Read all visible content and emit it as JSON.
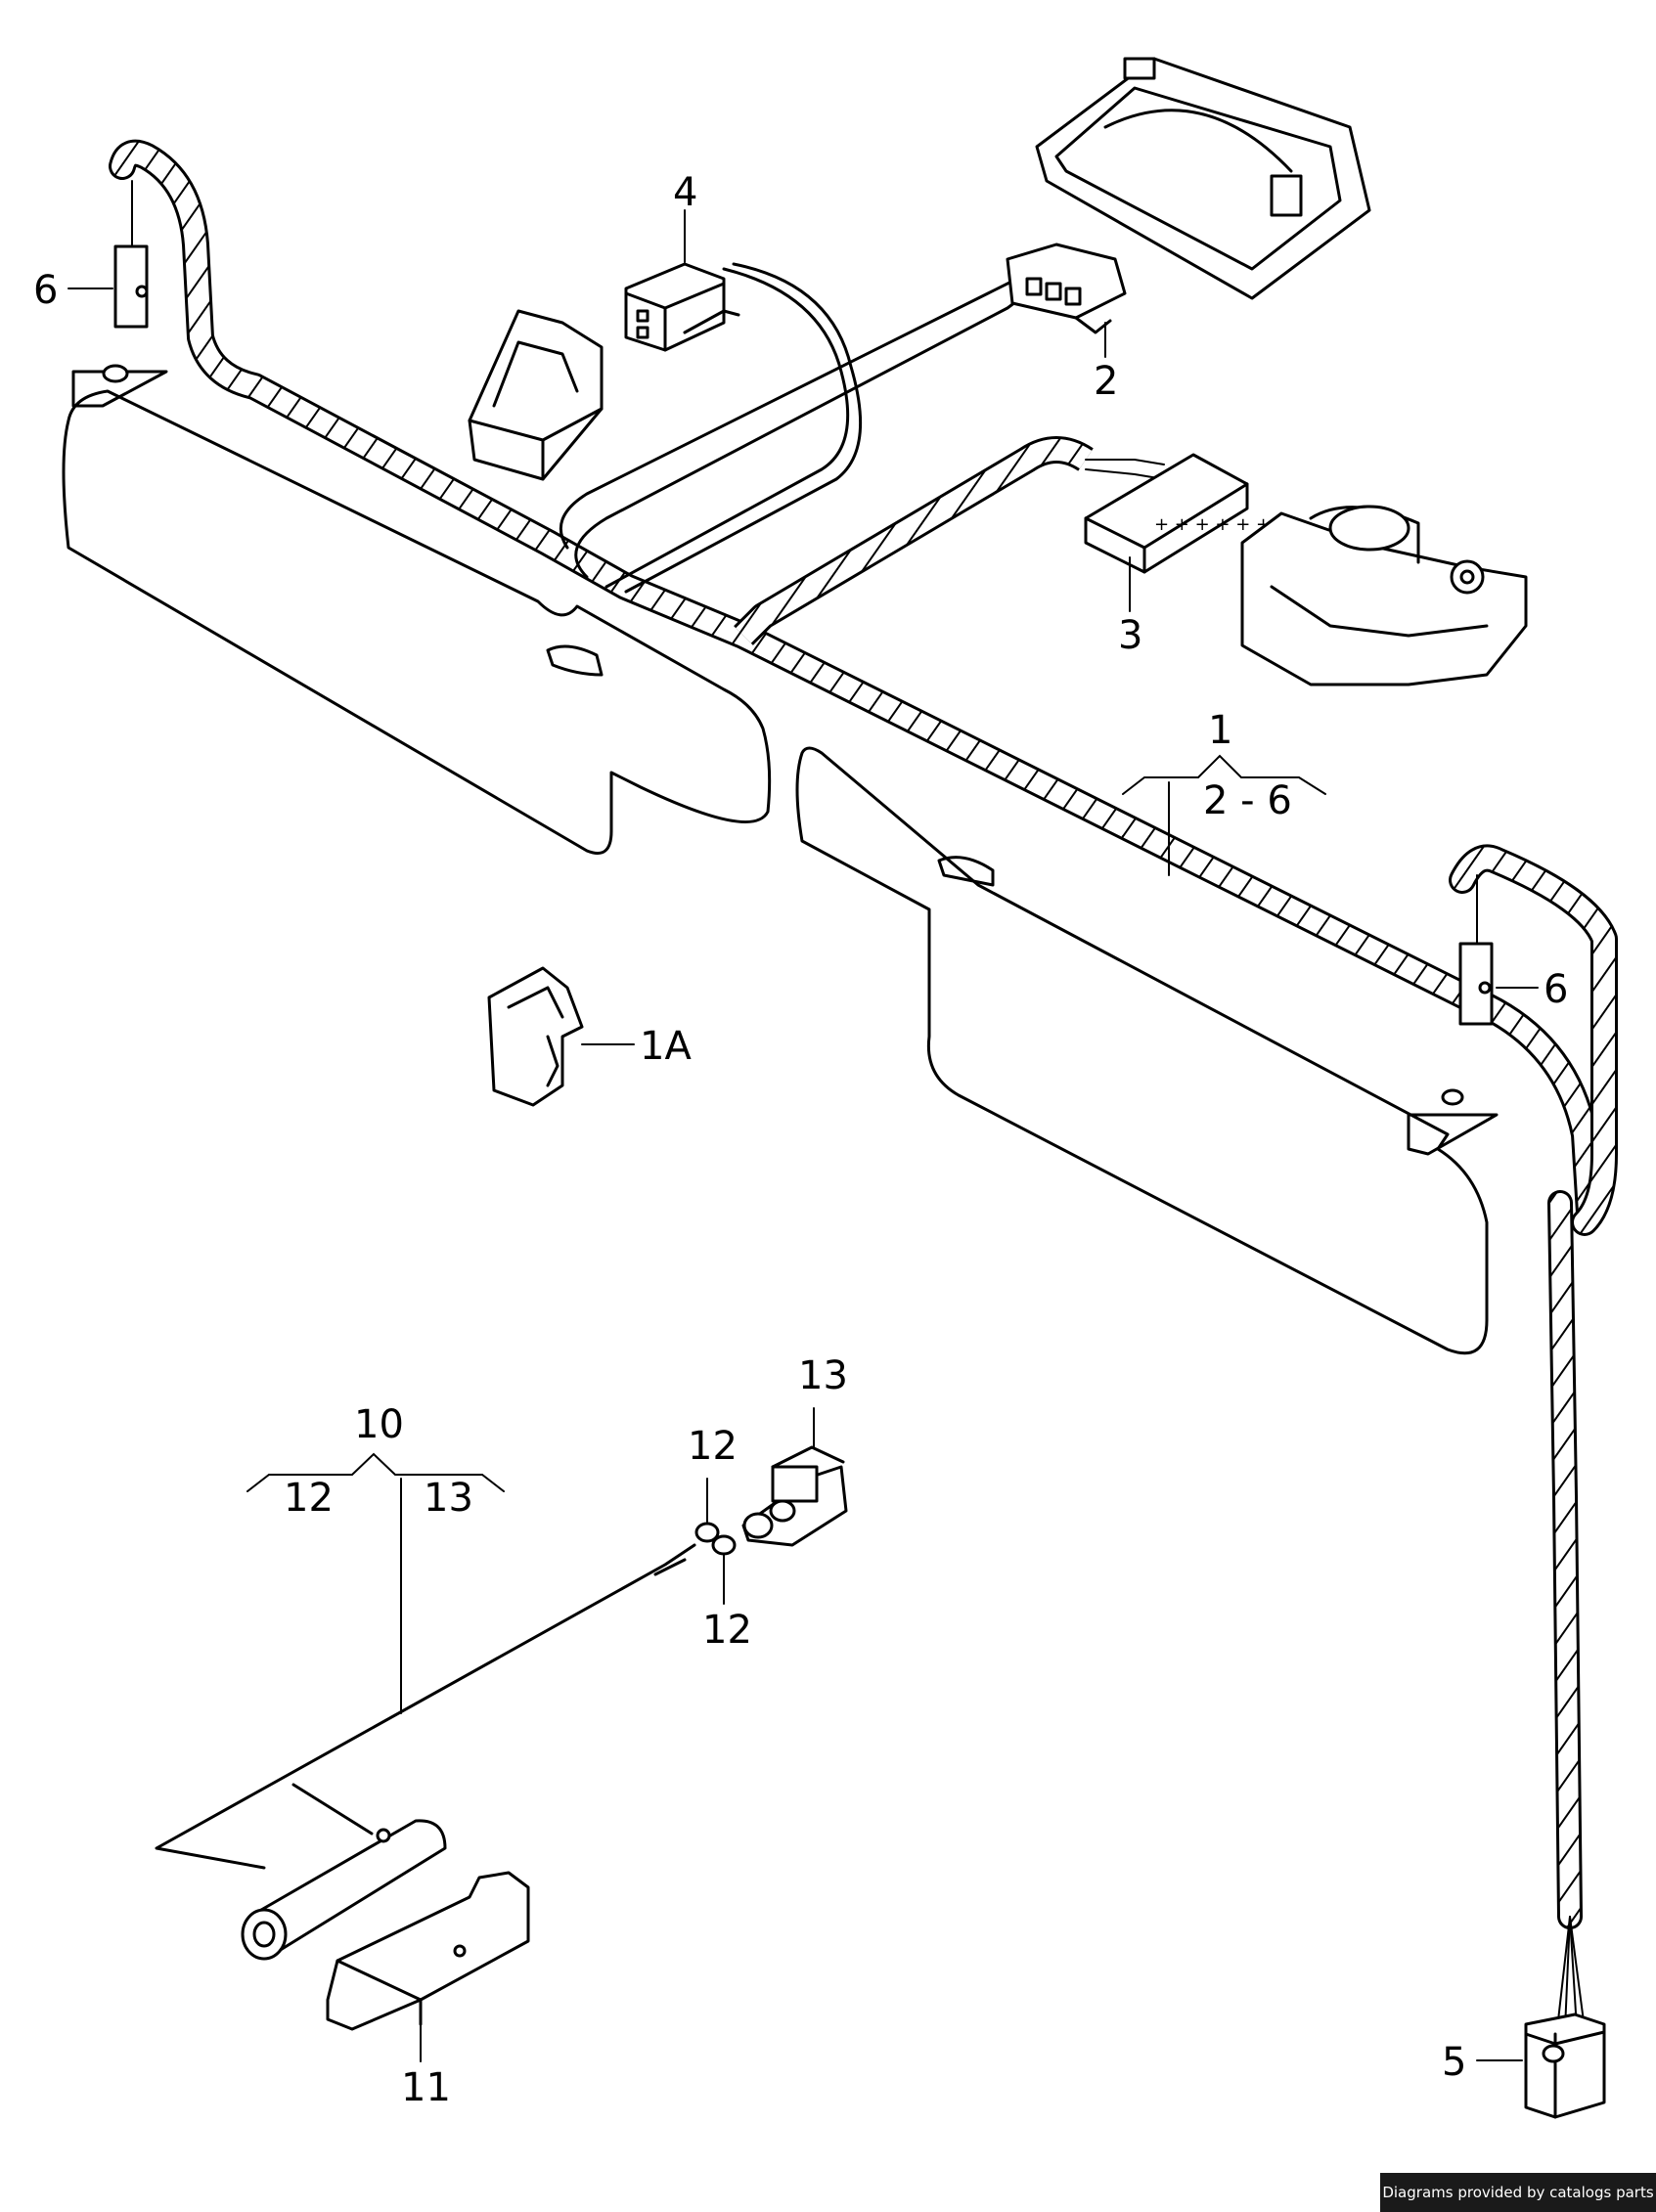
{
  "labels": {
    "part_1": "1",
    "part_1_range": "2 - 6",
    "part_1a": "1A",
    "part_2": "2",
    "part_3": "3",
    "part_4": "4",
    "part_5": "5",
    "part_6_left": "6",
    "part_6_right": "6",
    "part_10": "10",
    "part_10_left": "12",
    "part_10_right": "13",
    "part_11": "11",
    "part_12_upper": "12",
    "part_12_lower": "12",
    "part_13": "13"
  },
  "credit": "Diagrams provided by catalogs parts"
}
